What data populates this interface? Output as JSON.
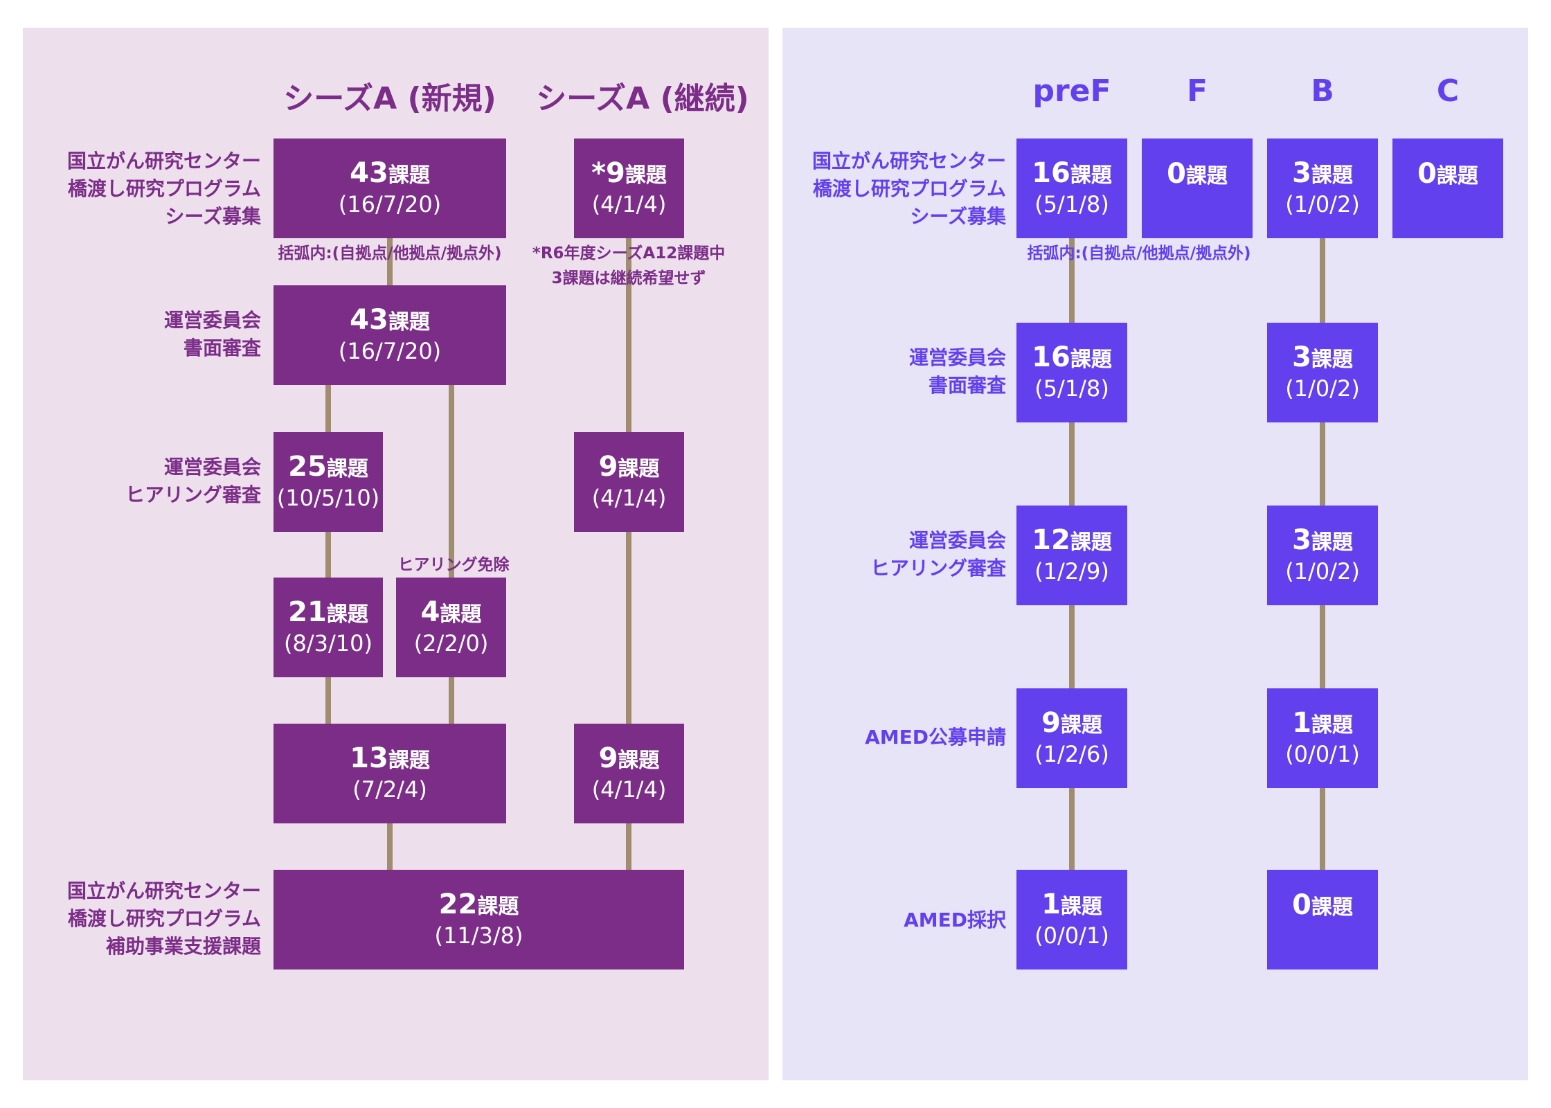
{
  "left": {
    "columns": [
      "シーズA (新規)",
      "シーズA (継続)"
    ],
    "rows": [
      "国立がん研究センター\n橋渡し研究プログラム\nシーズ募集",
      "運営委員会\n書面審査",
      "運営委員会\nヒアリング審査",
      "国立がん研究センター\n橋渡し研究プログラム\n補助事業支援課題"
    ],
    "notes": {
      "paren_legend": "括弧内:(自拠点/他拠点/拠点外)",
      "continuation": "*R6年度シーズA12課題中\n3課題は継続希望せず",
      "hearing_exempt": "ヒアリング免除"
    },
    "nodes": {
      "a_recruit": {
        "count": "43",
        "unit": "課題",
        "breakdown": "(16/7/20)"
      },
      "a_document": {
        "count": "43",
        "unit": "課題",
        "breakdown": "(16/7/20)"
      },
      "a_hearing": {
        "count": "25",
        "unit": "課題",
        "breakdown": "(10/5/10)"
      },
      "a_pass": {
        "count": "21",
        "unit": "課題",
        "breakdown": "(8/3/10)"
      },
      "a_exempt": {
        "count": "4",
        "unit": "課題",
        "breakdown": "(2/2/0)"
      },
      "a_final": {
        "count": "13",
        "unit": "課題",
        "breakdown": "(7/2/4)"
      },
      "c_recruit": {
        "count": "*9",
        "unit": "課題",
        "breakdown": "(4/1/4)"
      },
      "c_hearing": {
        "count": "9",
        "unit": "課題",
        "breakdown": "(4/1/4)"
      },
      "c_final": {
        "count": "9",
        "unit": "課題",
        "breakdown": "(4/1/4)"
      },
      "total": {
        "count": "22",
        "unit": "課題",
        "breakdown": "(11/3/8)"
      }
    }
  },
  "right": {
    "columns": [
      "preF",
      "F",
      "B",
      "C"
    ],
    "rows": [
      "国立がん研究センター\n橋渡し研究プログラム\nシーズ募集",
      "運営委員会\n書面審査",
      "運営委員会\nヒアリング審査",
      "AMED公募申請",
      "AMED採択"
    ],
    "notes": {
      "paren_legend": "括弧内:(自拠点/他拠点/拠点外)"
    },
    "nodes": {
      "pref_recruit": {
        "count": "16",
        "unit": "課題",
        "breakdown": "(5/1/8)"
      },
      "pref_document": {
        "count": "16",
        "unit": "課題",
        "breakdown": "(5/1/8)"
      },
      "pref_hearing": {
        "count": "12",
        "unit": "課題",
        "breakdown": "(1/2/9)"
      },
      "pref_apply": {
        "count": "9",
        "unit": "課題",
        "breakdown": "(1/2/6)"
      },
      "pref_adopt": {
        "count": "1",
        "unit": "課題",
        "breakdown": "(0/0/1)"
      },
      "f_recruit": {
        "count": "0",
        "unit": "課題",
        "breakdown": ""
      },
      "b_recruit": {
        "count": "3",
        "unit": "課題",
        "breakdown": "(1/0/2)"
      },
      "b_document": {
        "count": "3",
        "unit": "課題",
        "breakdown": "(1/0/2)"
      },
      "b_hearing": {
        "count": "3",
        "unit": "課題",
        "breakdown": "(1/0/2)"
      },
      "b_apply": {
        "count": "1",
        "unit": "課題",
        "breakdown": "(0/0/1)"
      },
      "b_adopt": {
        "count": "0",
        "unit": "課題",
        "breakdown": ""
      },
      "c_recruit": {
        "count": "0",
        "unit": "課題",
        "breakdown": ""
      }
    }
  }
}
